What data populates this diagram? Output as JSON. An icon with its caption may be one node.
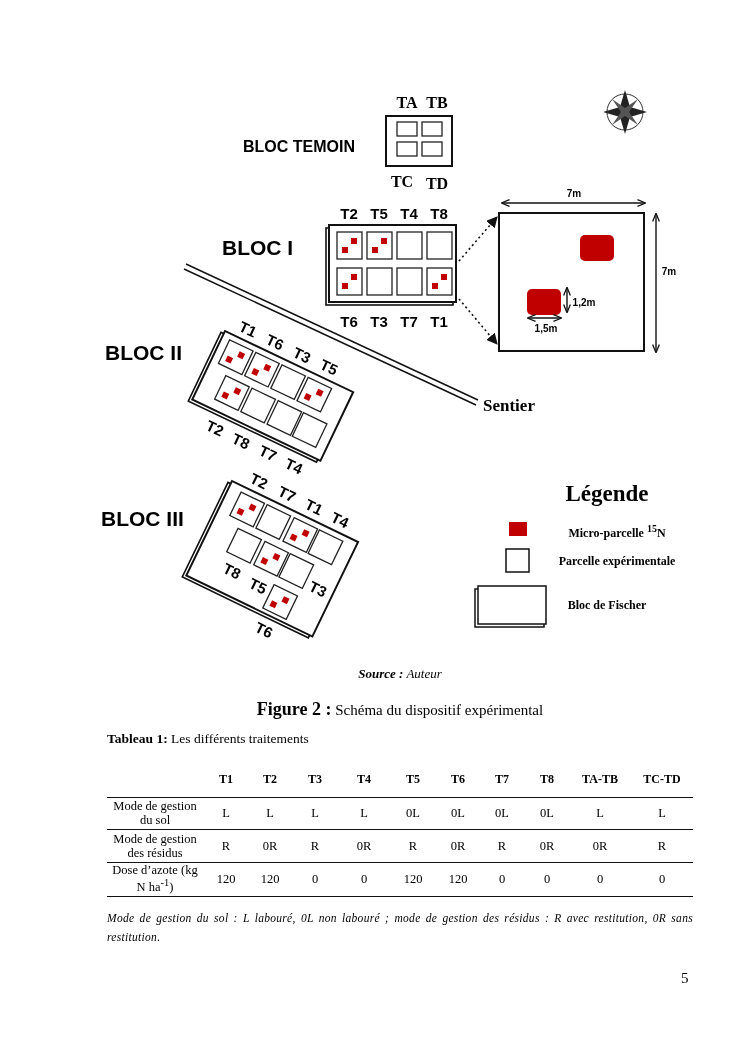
{
  "diagram": {
    "caption": "**Figure 2 :** Schéma du dispositif expérimental",
    "nodes": [
      {
        "text": [
          "BLOC TEMOIN",
          "TA",
          "TB",
          "TC",
          "TD"
        ]
      },
      {
        "text": [
          "BLOC I",
          "T2",
          "T5",
          "T4",
          "T8",
          "T6",
          "T3",
          "T7",
          "T1"
        ]
      },
      {
        "text": [],
        "shape": "box"
      },
      {
        "text": [
          "BLOC II",
          "T1",
          "T6",
          "T3",
          "T5",
          "T2",
          "T8",
          "T7",
          "T4"
        ]
      },
      {
        "text": [
          "BLOC III",
          "T2",
          "T7",
          "T1",
          "T4",
          "T8",
          "T5",
          "T3",
          "T6"
        ]
      }
    ],
    "edges": [
      {
        "from": 1,
        "to": 2,
        "arrow": "to",
        "style": "dashed"
      },
      {
        "from": 1,
        "to": 2,
        "arrow": "to",
        "style": "dashed"
      }
    ],
    "labels": [
      "Sentier",
      "7m",
      "7m",
      "1,2m",
      "1,5m",
      "Légende",
      "**Source :** Auteur",
      "**Tableau 1:** Les différents traitements",
      "T1",
      "T2",
      "T3",
      "T4",
      "T5",
      "T6",
      "T7",
      "T8",
      "TA-TB",
      "TC-TD",
      "Mode de gestion du sol",
      "L",
      "L",
      "L",
      "L",
      "0L",
      "0L",
      "0L",
      "0L",
      "L",
      "L",
      "Mode de gestion des résidus",
      "R",
      "0R",
      "R",
      "0R",
      "R",
      "0R",
      "R",
      "0R",
      "0R",
      "R",
      "Dose d’azote (kg N ha$^{-1}$)",
      "120",
      "120",
      "0",
      "0",
      "120",
      "120",
      "0",
      "0",
      "0",
      "0",
      "Mode de gestion du sol : L labouré, 0L non labouré ; mode de gestion des résidus : R avec restitution, 0R sans restitution.",
      "5"
    ],
    "legend": [
      {
        "text": "Micro-parcelle $^{15}$N",
        "color": "#c00000"
      },
      {
        "text": "Parcelle expérimentale"
      },
      {
        "text": "Bloc de Fischer"
      }
    ]
  }
}
